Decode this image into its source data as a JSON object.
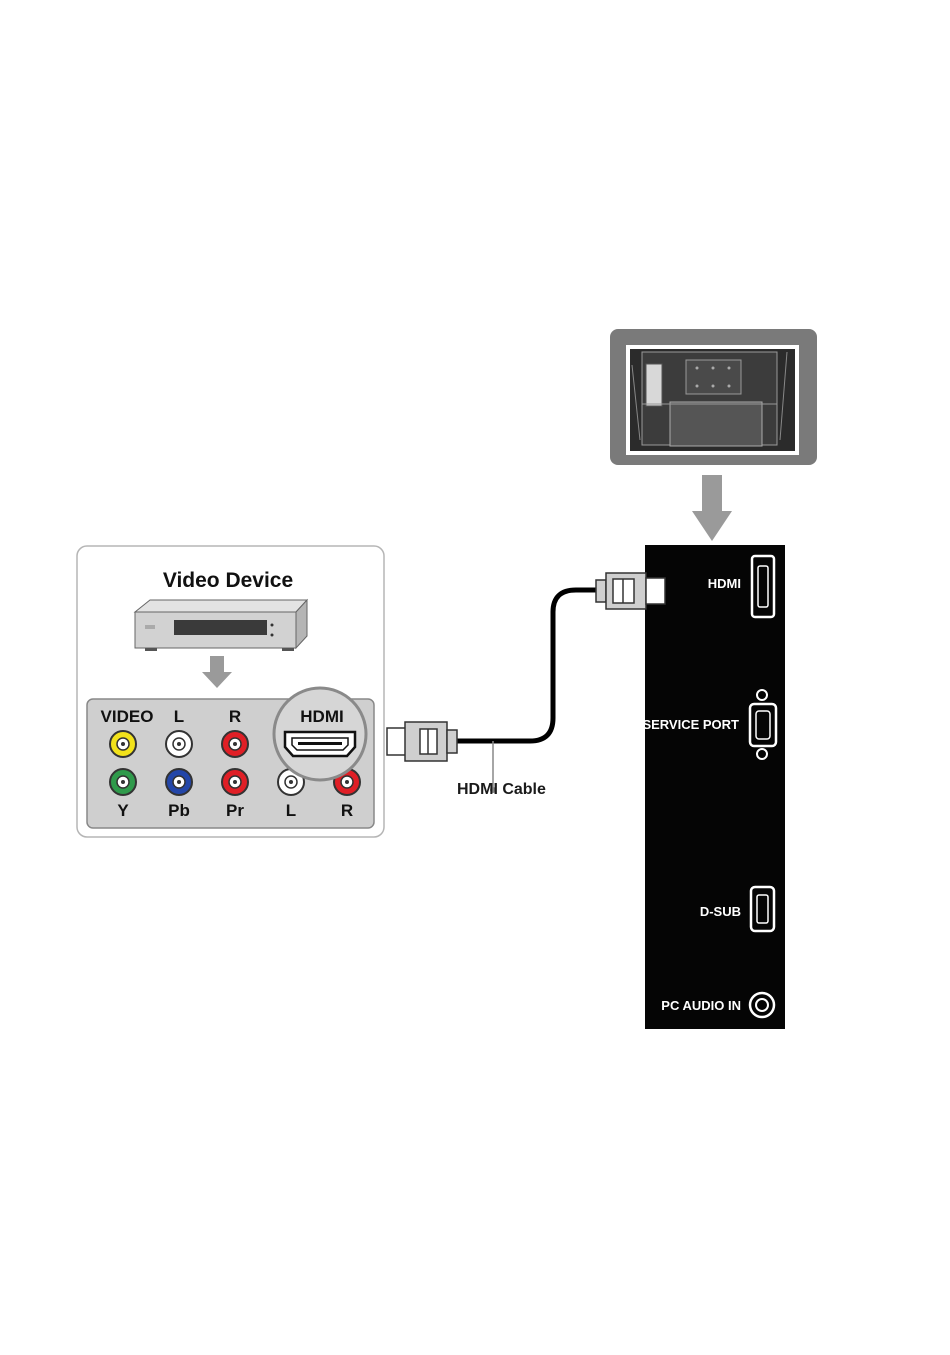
{
  "video_device": {
    "title": "Video Device",
    "panel_top_labels": [
      "VIDEO",
      "L",
      "R"
    ],
    "panel_bottom_labels": [
      "Y",
      "Pb",
      "Pr",
      "L",
      "R"
    ],
    "hdmi_label": "HDMI",
    "colors": {
      "yellow": "#f2e21b",
      "white": "#ffffff",
      "red": "#e01f26",
      "green": "#2f9a4b",
      "blue": "#2346a8"
    }
  },
  "cable": {
    "label": "HDMI Cable"
  },
  "monitor_panel": {
    "ports": [
      "HDMI",
      "SERVICE PORT",
      "D-SUB",
      "PC AUDIO IN"
    ]
  }
}
